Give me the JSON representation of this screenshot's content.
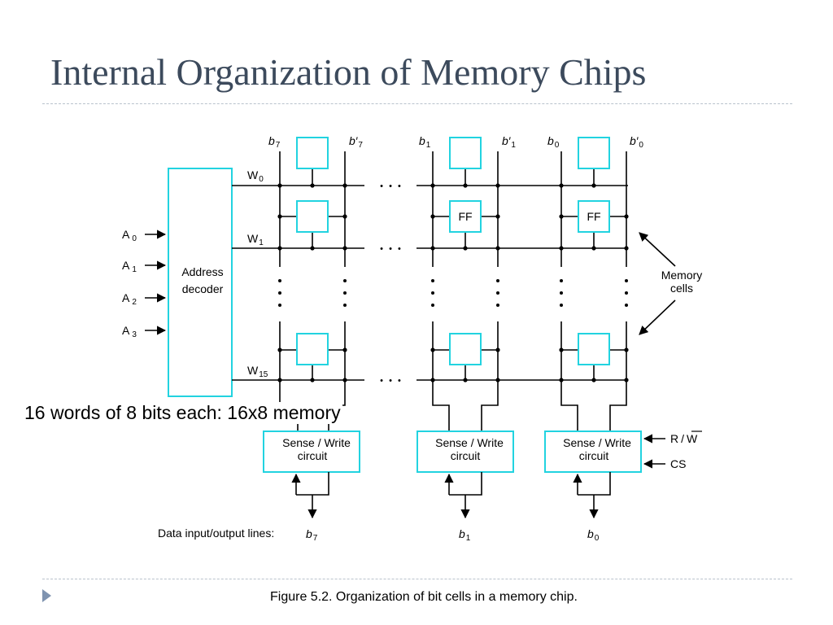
{
  "slide": {
    "title": "Internal Organization of Memory Chips",
    "caption": "Figure 5.2. Organization of bit cells in a memory chip.",
    "summary": "16 words of 8 bits each: 16x8 memory",
    "colors": {
      "title": "#3c4a5c",
      "cell_border": "#22d3e0",
      "wire": "#000000",
      "bullet": "#7f93b0"
    }
  },
  "diagram": {
    "bit_line_labels": {
      "b7": {
        "base": "b",
        "sub": "7"
      },
      "b7p": {
        "base": "b′",
        "sub": "7"
      },
      "b1": {
        "base": "b",
        "sub": "1"
      },
      "b1p": {
        "base": "b′",
        "sub": "1"
      },
      "b0": {
        "base": "b",
        "sub": "0"
      },
      "b0p": {
        "base": "b′",
        "sub": "0"
      }
    },
    "word_lines": {
      "w0": {
        "base": "W",
        "sub": "0"
      },
      "w1": {
        "base": "W",
        "sub": "1"
      },
      "w15": {
        "base": "W",
        "sub": "15"
      }
    },
    "address_inputs": {
      "a0": {
        "base": "A",
        "sub": "0"
      },
      "a1": {
        "base": "A",
        "sub": "1"
      },
      "a2": {
        "base": "A",
        "sub": "2"
      },
      "a3": {
        "base": "A",
        "sub": "3"
      }
    },
    "decoder": {
      "line1": "Address",
      "line2": "decoder"
    },
    "ff_label": "FF",
    "ellipsis": "• • •",
    "memory_cells": {
      "line1": "Memory",
      "line2": "cells"
    },
    "sense_write": {
      "line1": "Sense / Write",
      "line2": "circuit"
    },
    "control": {
      "rw_r": "R",
      "rw_slash": "/",
      "rw_w": "W",
      "cs": "CS"
    },
    "data_io": {
      "label": "Data input/output lines:",
      "b7": {
        "base": "b",
        "sub": "7"
      },
      "b1": {
        "base": "b",
        "sub": "1"
      },
      "b0": {
        "base": "b",
        "sub": "0"
      }
    }
  }
}
